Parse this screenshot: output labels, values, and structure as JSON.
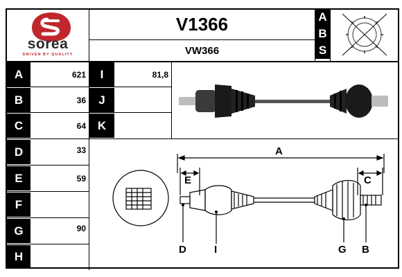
{
  "brand": {
    "name": "sorea",
    "tagline": "DRIVEN BY QUALITY",
    "logo_color": "#c0272d",
    "icon": "sorea-logo-icon"
  },
  "part": {
    "code": "V1366",
    "reference": "VW366"
  },
  "abs_letters": [
    "A",
    "B",
    "S"
  ],
  "left_table": [
    {
      "label": "A",
      "value": "621"
    },
    {
      "label": "B",
      "value": "36"
    },
    {
      "label": "C",
      "value": "64"
    },
    {
      "label": "D",
      "value": "33"
    },
    {
      "label": "E",
      "value": "59"
    },
    {
      "label": "F",
      "value": ""
    },
    {
      "label": "G",
      "value": "90"
    },
    {
      "label": "H",
      "value": ""
    }
  ],
  "middle_table": [
    {
      "label": "I",
      "value": "81,8"
    },
    {
      "label": "J",
      "value": ""
    },
    {
      "label": "K",
      "value": ""
    }
  ],
  "diagram_labels": {
    "A": "A",
    "B": "B",
    "C": "C",
    "D": "D",
    "E": "E",
    "G": "G",
    "I": "I"
  },
  "icons": [
    "abs-crossed-icon",
    "driveshaft-photo",
    "driveshaft-diagram",
    "spline-detail-icon"
  ]
}
